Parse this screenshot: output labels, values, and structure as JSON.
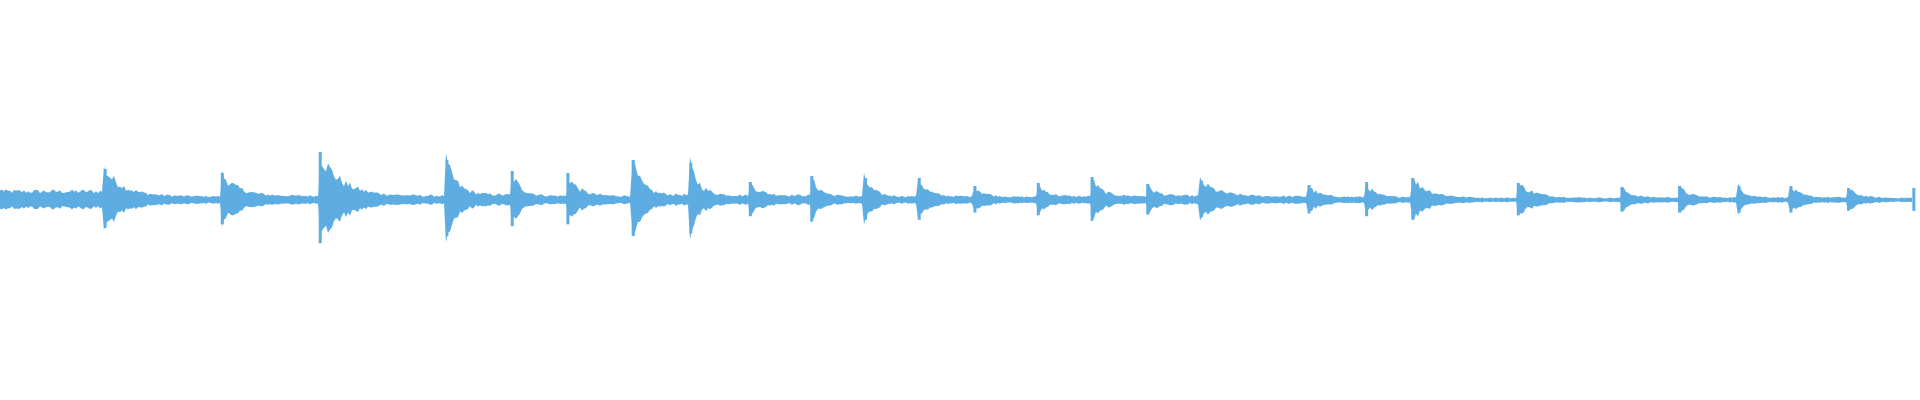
{
  "waveform": {
    "color": "#5dade2",
    "background": "#ffffff",
    "onsets": [
      0.0,
      0.054,
      0.115,
      0.166,
      0.232,
      0.266,
      0.295,
      0.329,
      0.359,
      0.39,
      0.422,
      0.45,
      0.478,
      0.507,
      0.54,
      0.568,
      0.597,
      0.625,
      0.681,
      0.711,
      0.735,
      0.79,
      0.844,
      0.874,
      0.905,
      0.932,
      0.962,
      0.996
    ],
    "peak_amplitudes": [
      0.1,
      0.31,
      0.27,
      0.48,
      0.4,
      0.29,
      0.27,
      0.4,
      0.37,
      0.18,
      0.24,
      0.22,
      0.22,
      0.14,
      0.17,
      0.23,
      0.16,
      0.19,
      0.15,
      0.18,
      0.22,
      0.17,
      0.13,
      0.14,
      0.14,
      0.14,
      0.12,
      0.12
    ],
    "sustain_levels": [
      0.1,
      0.07,
      0.08,
      0.08,
      0.1,
      0.08,
      0.08,
      0.1,
      0.09,
      0.09,
      0.07,
      0.07,
      0.07,
      0.06,
      0.07,
      0.08,
      0.08,
      0.07,
      0.06,
      0.06,
      0.04,
      0.04,
      0.05,
      0.05,
      0.05,
      0.05,
      0.04,
      0.1
    ]
  }
}
